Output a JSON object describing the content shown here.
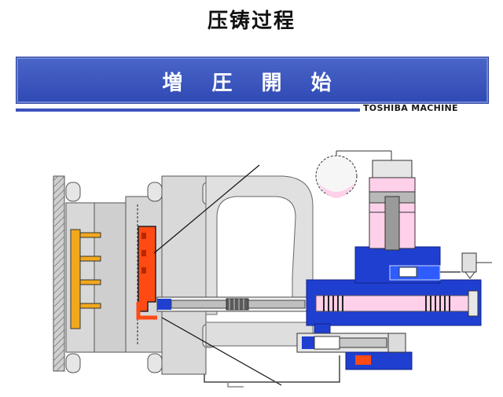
{
  "title": "压铸过程",
  "banner": {
    "label": "増 圧 開 始"
  },
  "brand": "TOSHIBA MACHINE",
  "colors": {
    "banner": "#3b52bd",
    "hydraulic": "#1f3fd0",
    "metal": "#ff4a14",
    "ejector": "#f2a81e",
    "gas": "#ffd0ea",
    "frame": "#d9d9d9"
  }
}
